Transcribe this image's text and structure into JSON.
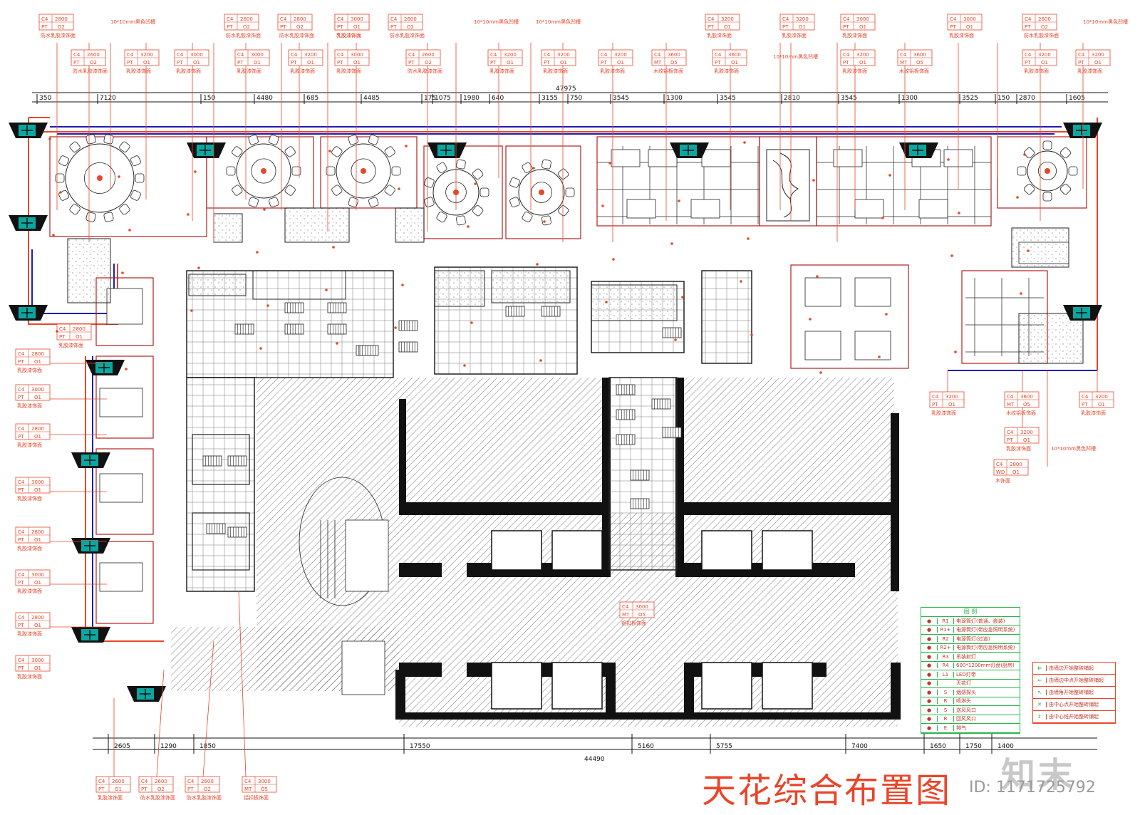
{
  "title": "天花综合布置图",
  "brand": "知末",
  "image_id": "ID: 1171725792",
  "dimensions_top": [
    "350",
    "7120",
    "150",
    "4480",
    "685",
    "4485",
    "175",
    "1075",
    "1980",
    "640",
    "3155",
    "750",
    "3545",
    "1300",
    "3545",
    "2810",
    "3545",
    "1300",
    "3525",
    "150",
    "2870",
    "1605"
  ],
  "dimension_total_top": "47975",
  "dimensions_bottom": [
    "2605",
    "1290",
    "1850",
    "17550",
    "5160",
    "5755",
    "7400",
    "1650",
    "1750",
    "1400"
  ],
  "dimension_total_bottom": "44490",
  "tags": [
    {
      "code": "C4",
      "val": "2800",
      "mat": "PT",
      "num": "O2",
      "note": "防水乳胶漆饰面"
    },
    {
      "code": "C4",
      "val": "2600",
      "mat": "PT",
      "num": "O2",
      "note": "防水乳胶漆饰面"
    },
    {
      "code": "C4",
      "val": "3200",
      "mat": "PT",
      "num": "O1",
      "note": "乳胶漆饰面"
    },
    {
      "code": "C4",
      "val": "3000",
      "mat": "PT",
      "num": "O1",
      "note": "乳胶漆饰面"
    },
    {
      "code": "C4",
      "val": "3000",
      "mat": "PT",
      "num": "O1",
      "note": "乳胶漆饰面"
    },
    {
      "code": "C4",
      "val": "2600",
      "mat": "PT",
      "num": "O2",
      "note": "防水乳胶漆饰面"
    },
    {
      "code": "C4",
      "val": "3200",
      "mat": "PT",
      "num": "O1",
      "note": "乳胶漆饰面"
    },
    {
      "code": "C4",
      "val": "3000",
      "mat": "PT",
      "num": "O1",
      "note": "乳胶漆饰面"
    },
    {
      "code": "C4",
      "val": "3000",
      "mat": "PT",
      "num": "O1",
      "note": "乳胶漆饰面"
    },
    {
      "code": "C4",
      "val": "3000",
      "mat": "PT",
      "num": "O1",
      "note": "乳胶漆饰面"
    },
    {
      "code": "C4",
      "val": "2600",
      "mat": "PT",
      "num": "O2",
      "note": "防水乳胶漆饰面"
    },
    {
      "code": "C4",
      "val": "3200",
      "mat": "PT",
      "num": "O1",
      "note": "乳胶漆饰面"
    },
    {
      "code": "C4",
      "val": "3200",
      "mat": "PT",
      "num": "O1",
      "note": "乳胶漆饰面"
    },
    {
      "code": "C4",
      "val": "3200",
      "mat": "PT",
      "num": "O1",
      "note": "乳胶漆饰面"
    },
    {
      "code": "C4",
      "val": "3600",
      "mat": "MT",
      "num": "O5",
      "note": "木纹铝板饰面"
    },
    {
      "code": "C4",
      "val": "3600",
      "mat": "PT",
      "num": "O1",
      "note": "乳胶漆饰面"
    },
    {
      "code": "C4",
      "val": "3200",
      "mat": "PT",
      "num": "O1",
      "note": "乳胶漆饰面"
    },
    {
      "code": "C4",
      "val": "3200",
      "mat": "PT",
      "num": "O1",
      "note": "乳胶漆饰面"
    },
    {
      "code": "C4",
      "val": "3600",
      "mat": "MT",
      "num": "O5",
      "note": "木纹铝板饰面"
    },
    {
      "code": "C4",
      "val": "3200",
      "mat": "PT",
      "num": "O1",
      "note": "乳胶漆饰面"
    },
    {
      "code": "C4",
      "val": "3200",
      "mat": "PT",
      "num": "O1",
      "note": "乳胶漆饰面"
    }
  ],
  "tags_left": [
    {
      "code": "C4",
      "val": "2800",
      "mat": "PT",
      "num": "O1",
      "note": "乳胶漆饰面"
    },
    {
      "code": "C4",
      "val": "3000",
      "mat": "PT",
      "num": "O1",
      "note": "乳胶漆饰面"
    },
    {
      "code": "C4",
      "val": "2800",
      "mat": "PT",
      "num": "O1",
      "note": "乳胶漆饰面"
    },
    {
      "code": "C4",
      "val": "3000",
      "mat": "PT",
      "num": "O1",
      "note": "乳胶漆饰面"
    },
    {
      "code": "C4",
      "val": "2800",
      "mat": "PT",
      "num": "O1",
      "note": "乳胶漆饰面"
    },
    {
      "code": "C4",
      "val": "3000",
      "mat": "PT",
      "num": "O1",
      "note": "乳胶漆饰面"
    },
    {
      "code": "C4",
      "val": "2800",
      "mat": "PT",
      "num": "O1",
      "note": "乳胶漆饰面"
    },
    {
      "code": "C4",
      "val": "3000",
      "mat": "PT",
      "num": "O1",
      "note": "乳胶漆饰面"
    }
  ],
  "tags_bottom": [
    {
      "code": "C4",
      "val": "2600",
      "mat": "PT",
      "num": "O1",
      "note": "乳胶漆饰面"
    },
    {
      "code": "C4",
      "val": "2600",
      "mat": "PT",
      "num": "O2",
      "note": "防水乳胶漆饰面"
    },
    {
      "code": "C4",
      "val": "2600",
      "mat": "PT",
      "num": "O2",
      "note": "防水乳胶漆饰面"
    },
    {
      "code": "C4",
      "val": "3000",
      "mat": "MT",
      "num": "O5",
      "note": "铝扣板饰面"
    }
  ],
  "tags_right": [
    {
      "code": "C4",
      "val": "3200",
      "mat": "PT",
      "num": "O1",
      "note": "乳胶漆饰面"
    },
    {
      "code": "C4",
      "val": "3600",
      "mat": "MT",
      "num": "O5",
      "note": "木纹铝板饰面"
    },
    {
      "code": "C4",
      "val": "3200",
      "mat": "PT",
      "num": "O1",
      "note": "乳胶漆饰面"
    },
    {
      "code": "C4",
      "val": "3200",
      "mat": "PT",
      "num": "O1",
      "note": "乳胶漆饰面"
    },
    {
      "code": "C4",
      "val": "2800",
      "mat": "WD",
      "num": "O1",
      "note": "木饰面"
    }
  ],
  "tag_middle": {
    "code": "C4",
    "val": "3000",
    "mat": "MT",
    "num": "O5",
    "note": "铝扣板饰面"
  },
  "groove_note": "10*10mm黑色凹槽",
  "legend": {
    "header": "图  例",
    "rows": [
      {
        "code": "R1",
        "desc": "电源筒灯(普通、嵌装)"
      },
      {
        "code": "R1+",
        "desc": "电源筒灯(带应急照明系统)"
      },
      {
        "code": "R2",
        "desc": "电源筒灯(过道)"
      },
      {
        "code": "R2+",
        "desc": "电源筒灯(带应急照明系统)"
      },
      {
        "code": "R3",
        "desc": "吊装射灯"
      },
      {
        "code": "R4",
        "desc": "600*1200mm灯盘(厨房)"
      },
      {
        "code": "L1",
        "desc": "LED灯带"
      },
      {
        "code": "",
        "desc": "天花灯"
      },
      {
        "code": "S",
        "desc": "烟感探头"
      },
      {
        "code": "R",
        "desc": "喷淋头"
      },
      {
        "code": "S",
        "desc": "送风风口"
      },
      {
        "code": "R",
        "desc": "回风风口"
      },
      {
        "code": "E",
        "desc": "排气"
      }
    ]
  },
  "legend2": [
    "由墙边开始整砖铺起",
    "由墙边中点开始整砖铺起",
    "由墙角开始整砖铺起",
    "由中心点开始整砖铺起",
    "由中心线开始整砖铺起"
  ],
  "colors": {
    "wall": "#1a1a1a",
    "red": "#e8462a",
    "blue": "#1d1db8",
    "green": "#27b54a",
    "cyan": "#0aa7a0",
    "hatch": "#444444"
  }
}
